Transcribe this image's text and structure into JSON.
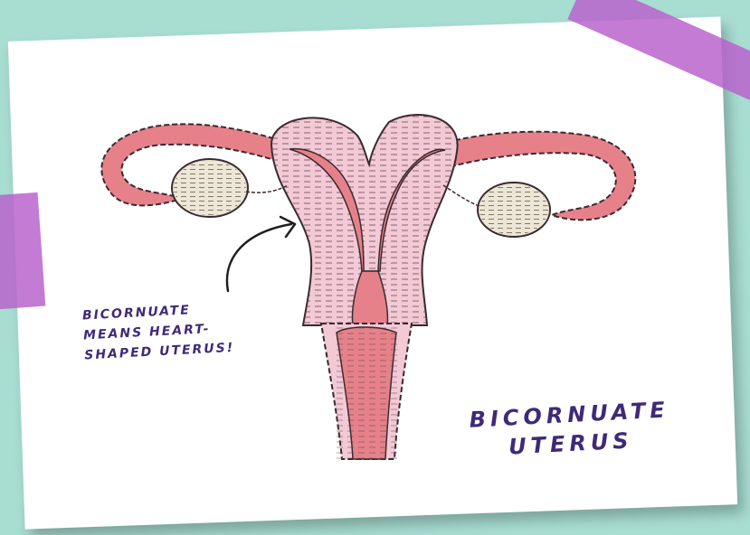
{
  "annotation": {
    "line1": "BICORNUATE",
    "line2": "MEANS HEART-",
    "line3": "SHAPED UTERUS!"
  },
  "title": {
    "line1": "BICORNUATE",
    "line2": "UTERUS"
  },
  "colors": {
    "background": "#a8ddd2",
    "card": "#ffffff",
    "tape": "#b964cd",
    "tissue_pink": "#e6818a",
    "tissue_light": "#f2c9d4",
    "ovary": "#ece6d6",
    "ink": "#3f2a78"
  }
}
